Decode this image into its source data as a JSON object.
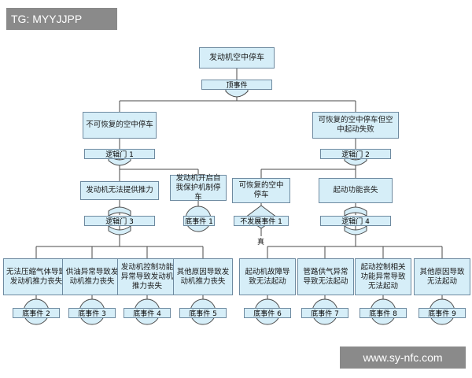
{
  "watermark_top": "TG: MYYJJPP",
  "watermark_bottom": "www.sy-nfc.com",
  "colors": {
    "box_fill": "#d6eef8",
    "box_border": "#6e8aa0",
    "line": "#4a4a4a",
    "gate_fill": "#d6eef8"
  },
  "nodes": {
    "top": "发动机空中停车",
    "top_event": "顶事件",
    "nonrecover": "不可恢复的空中停车",
    "recover": "可恢复的空中停车但空中起动失败",
    "gate1": "逻辑门 1",
    "gate2": "逻辑门 2",
    "no_thrust": "发动机无法提供推力",
    "protect": "发动机开启自我保护机制停车",
    "recoverable": "可恢复的空中停车",
    "start_loss": "起动功能丧失",
    "gate3": "逻辑门 3",
    "gate4": "逻辑门 4",
    "basic1": "底事件 1",
    "no_develop": "不发展事件 1",
    "true_label": "真",
    "c1": "无法压缩气体导致发动机推力丧失",
    "c2": "供油异常导致发动机推力丧失",
    "c3": "发动机控制功能异常导致发动机推力丧失",
    "c4": "其他原因导致发动机推力丧失",
    "c5": "起动机故障导致无法起动",
    "c6": "管路供气异常导致无法起动",
    "c7": "起动控制相关功能异常导致无法起动",
    "c8": "其他原因导致无法起动",
    "b2": "底事件 2",
    "b3": "底事件 3",
    "b4": "底事件 4",
    "b5": "底事件 5",
    "b6": "底事件 6",
    "b7": "底事件 7",
    "b8": "底事件 8",
    "b9": "底事件 9"
  }
}
